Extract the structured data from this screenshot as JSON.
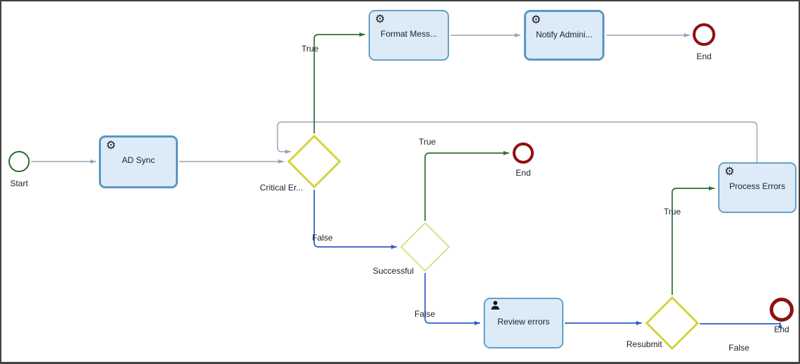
{
  "colors": {
    "task_fill": "#dcebf7",
    "task_border": "#67a0c6",
    "gateway_border": "#d4d43e",
    "gateway_border_light": "#dede8c",
    "flow_neutral": "#93a6b6",
    "flow_true": "#2d7230",
    "flow_false": "#2d5dc8",
    "start_border": "#2c6b2f",
    "end_border": "#8e1111",
    "text": "#19202b"
  },
  "icons": {
    "gear": "⚙",
    "user": "person-silhouette"
  },
  "events": [
    {
      "id": "start",
      "label": "Start"
    },
    {
      "id": "end-top",
      "label": "End"
    },
    {
      "id": "end-middle",
      "label": "End"
    },
    {
      "id": "end-bottom",
      "label": "End"
    }
  ],
  "tasks": [
    {
      "id": "ad-sync",
      "label": "AD Sync",
      "icon": "gear"
    },
    {
      "id": "format-message",
      "label": "Format Mess...",
      "icon": "gear"
    },
    {
      "id": "notify-admin",
      "label": "Notify Admini...",
      "icon": "gear"
    },
    {
      "id": "review-errors",
      "label": "Review errors",
      "icon": "user"
    },
    {
      "id": "process-errors",
      "label": "Process Errors",
      "icon": "gear"
    }
  ],
  "gateways": [
    {
      "id": "critical-error",
      "label": "Critical Er..."
    },
    {
      "id": "successful",
      "label": "Successful"
    },
    {
      "id": "resubmit",
      "label": "Resubmit"
    }
  ],
  "flows": [
    {
      "from": "start",
      "to": "ad-sync"
    },
    {
      "from": "ad-sync",
      "to": "critical-error"
    },
    {
      "from": "critical-error",
      "to": "format-message",
      "label": "True"
    },
    {
      "from": "format-message",
      "to": "notify-admin"
    },
    {
      "from": "notify-admin",
      "to": "end-top"
    },
    {
      "from": "critical-error",
      "to": "successful",
      "label": "False"
    },
    {
      "from": "successful",
      "to": "end-middle",
      "label": "True"
    },
    {
      "from": "successful",
      "to": "review-errors",
      "label": "False"
    },
    {
      "from": "review-errors",
      "to": "resubmit"
    },
    {
      "from": "resubmit",
      "to": "process-errors",
      "label": "True"
    },
    {
      "from": "resubmit",
      "to": "end-bottom",
      "label": "False"
    },
    {
      "from": "process-errors",
      "to": "critical-error"
    }
  ]
}
